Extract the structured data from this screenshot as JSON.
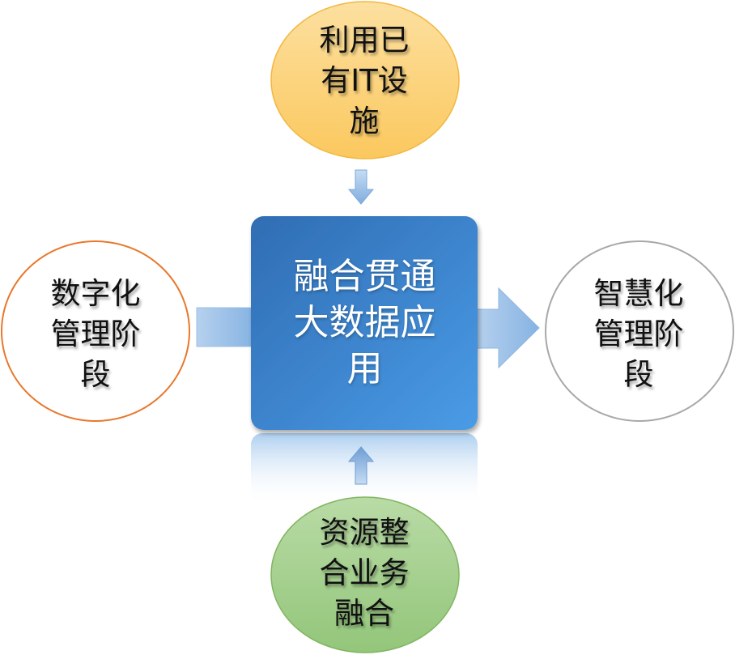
{
  "diagram": {
    "center": {
      "lines": [
        "融合贯通",
        "大数据应",
        "用"
      ]
    },
    "top": {
      "lines": [
        "利用已",
        "有IT设",
        "施"
      ]
    },
    "left": {
      "lines": [
        "数字化",
        "管理阶",
        "段"
      ]
    },
    "right": {
      "lines": [
        "智慧化",
        "管理阶",
        "段"
      ]
    },
    "bottom": {
      "lines": [
        "资源整",
        "合业务",
        "融合"
      ]
    }
  },
  "colors": {
    "center_fill_dark": "#2f6db3",
    "center_fill_light": "#4796e2",
    "top_fill": "#fbd078",
    "top_border": "#f3b33a",
    "left_border": "#e8782c",
    "right_border": "#a8a8a8",
    "bottom_fill": "#a4cf8c",
    "bottom_border": "#7fb35f",
    "arrow_fill": "#9fc2e8",
    "arrow_border": "#6e9ed4"
  }
}
